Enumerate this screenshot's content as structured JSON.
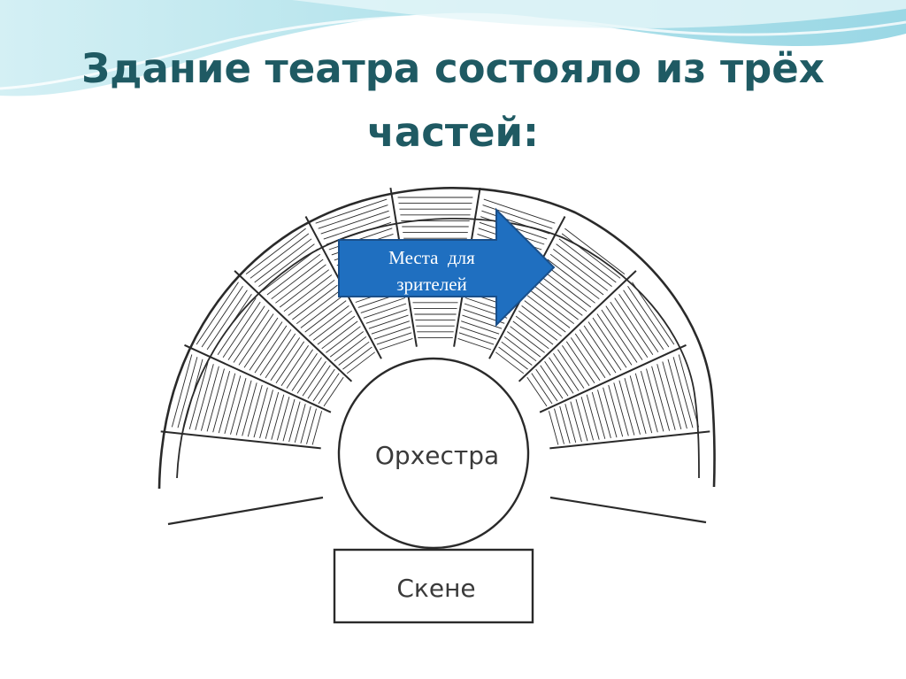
{
  "slide": {
    "title_line1": "Здание театра состояло из трёх",
    "title_line2": "частей:"
  },
  "diagram": {
    "orchestra_label": "Орхестра",
    "skene_label": "Скене",
    "callout_line1": "Места  для",
    "callout_line2": "зрителей"
  },
  "colors": {
    "title": "#1f5a63",
    "callout_fill": "#1f6fc0",
    "callout_stroke": "#1a4f8a",
    "line": "#2a2a2a"
  }
}
